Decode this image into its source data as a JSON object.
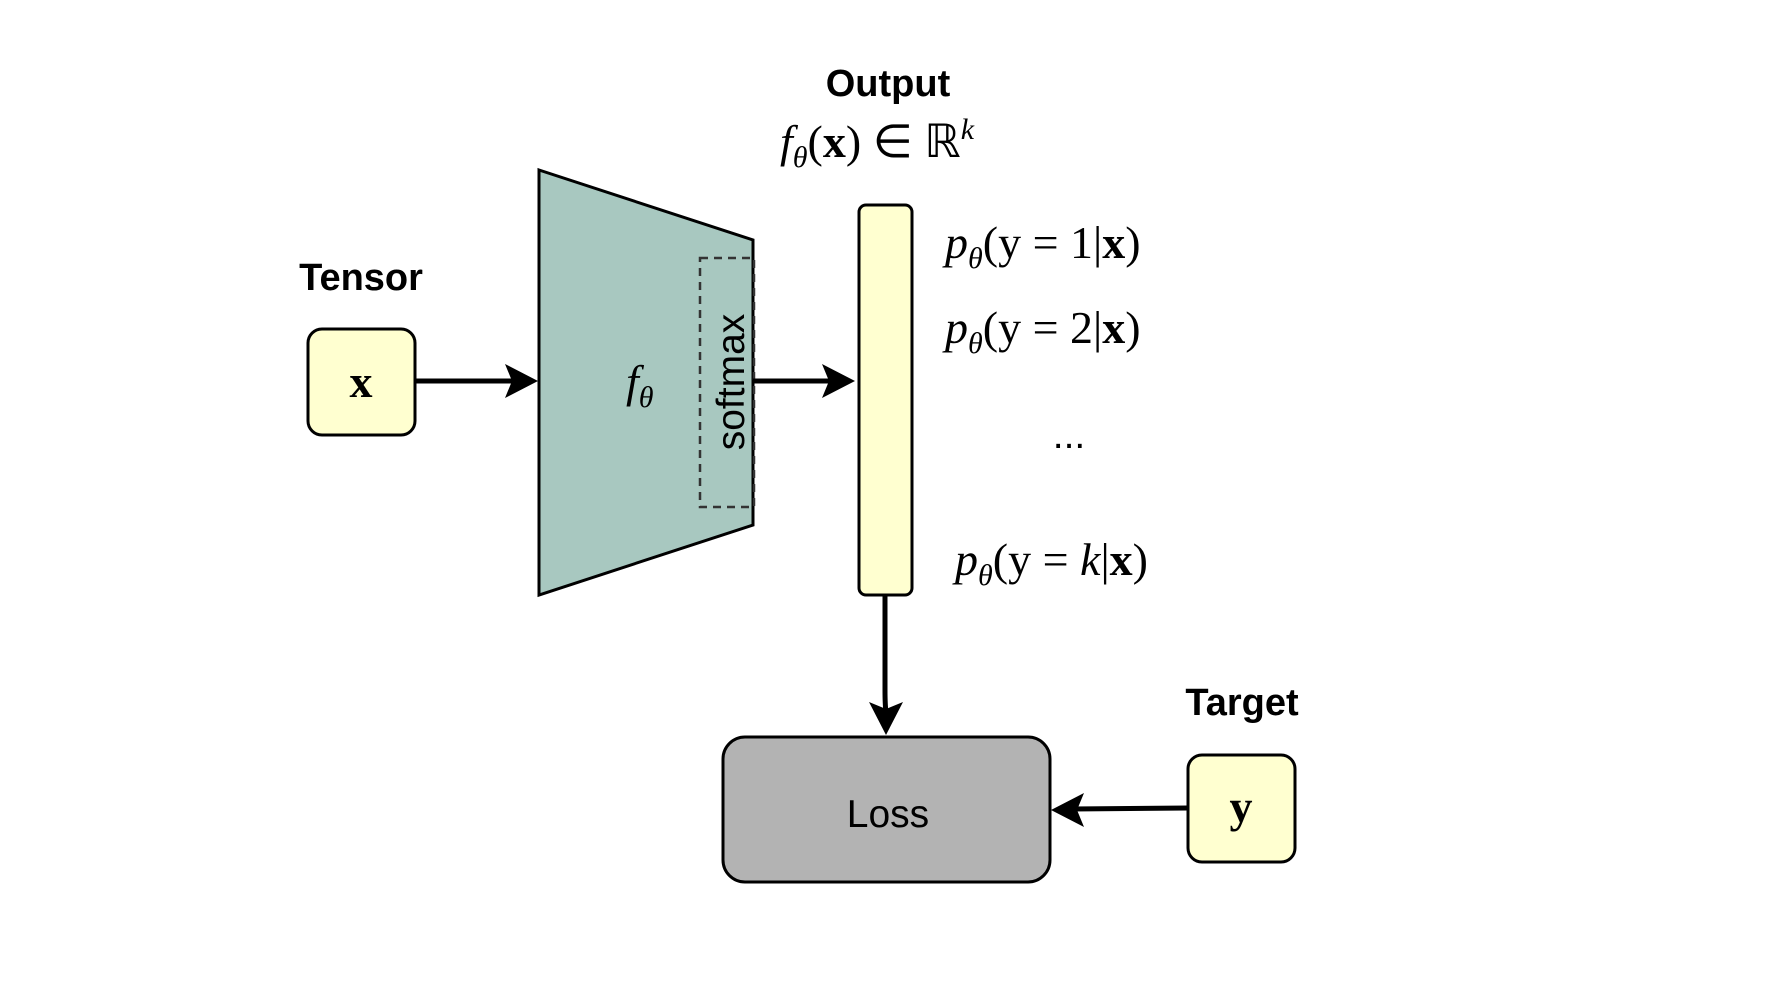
{
  "labels": {
    "output_heading": "Output",
    "tensor_heading": "Tensor",
    "target_heading": "Target",
    "input_symbol": "x",
    "target_symbol": "y",
    "model_f": "f",
    "theta": "θ",
    "softmax": "softmax",
    "loss": "Loss",
    "ellipsis": "...",
    "output_expr": {
      "f": "f",
      "theta": "θ",
      "open": "(",
      "x": "x",
      "close": ")",
      "in_reals": " ∈ ℝ",
      "k": "k"
    },
    "prob": {
      "p": "p",
      "theta": "θ",
      "open_y": "(y = ",
      "one": "1",
      "two": "2",
      "k": "k",
      "bar": "|",
      "x": "x",
      "close": ")"
    }
  },
  "colors": {
    "input_box_fill": "#FFFFD0",
    "output_vector_fill": "#FFFFD0",
    "model_fill": "#A8C8C0",
    "loss_fill": "#B3B3B3",
    "stroke": "#000000"
  }
}
